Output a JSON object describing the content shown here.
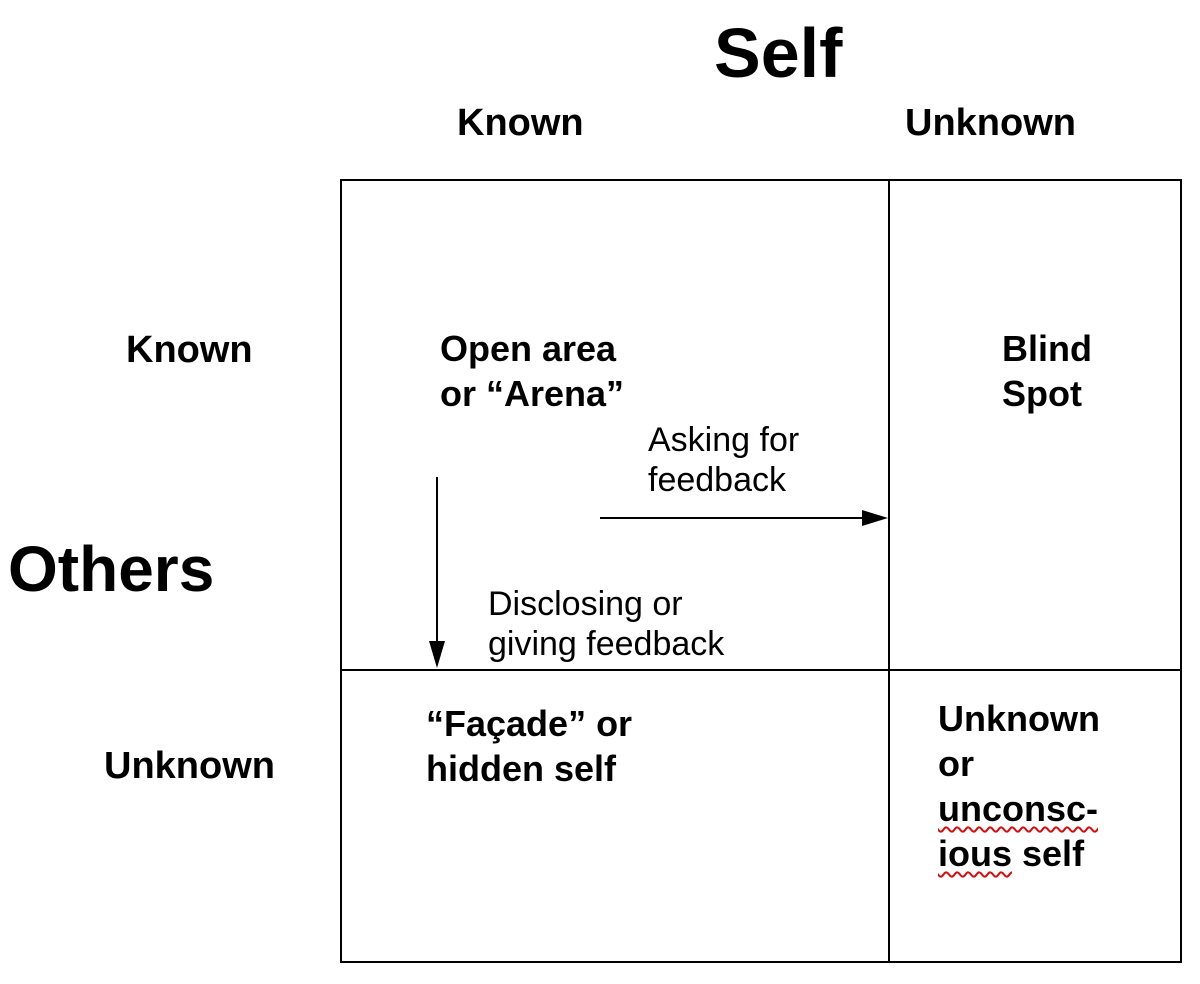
{
  "self_axis": {
    "title": "Self",
    "known": "Known",
    "unknown": "Unknown"
  },
  "others_axis": {
    "title": "Others",
    "known": "Known",
    "unknown": "Unknown"
  },
  "quadrants": {
    "open": {
      "line1": "Open area",
      "line2": "or “Arena”"
    },
    "blind": {
      "line1": "Blind",
      "line2": "Spot"
    },
    "facade": {
      "line1": "“Façade” or",
      "line2": "hidden self"
    },
    "unknown": {
      "line1": "Unknown",
      "line2": "or",
      "line3": "unconsc-",
      "line4a": "ious",
      "line4b": " self"
    }
  },
  "arrows": {
    "feedback": {
      "line1": "Asking for",
      "line2": "feedback"
    },
    "disclosing": {
      "line1": "Disclosing or",
      "line2": "giving feedback"
    }
  }
}
